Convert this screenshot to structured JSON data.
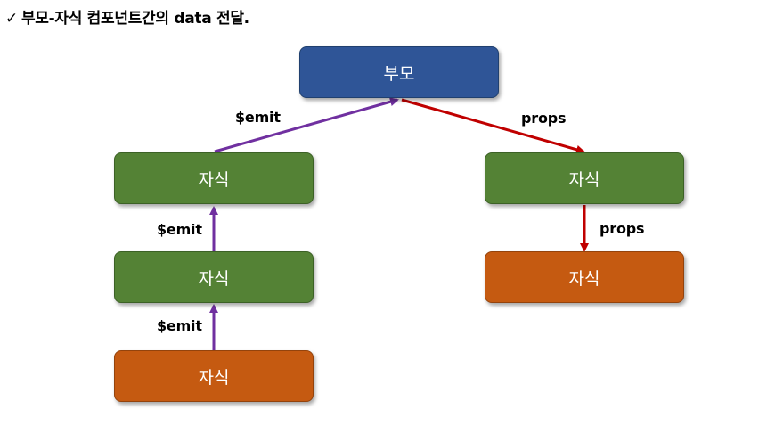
{
  "title": {
    "check": "✓",
    "text": "부모-자식 컴포넌트간의 data 전달."
  },
  "nodes": {
    "parent": "부모",
    "left_top": "자식",
    "left_mid": "자식",
    "left_bottom": "자식",
    "right_top": "자식",
    "right_bottom": "자식"
  },
  "edges": {
    "emit_to_parent": "$emit",
    "emit_mid_to_top": "$emit",
    "emit_bottom_to_mid": "$emit",
    "props_to_right_top": "props",
    "props_to_right_bottom": "props"
  },
  "colors": {
    "parent": "#2f5597",
    "child_green": "#548235",
    "child_orange": "#c55a11",
    "emit_arrow": "#7030a0",
    "props_arrow": "#c00000"
  }
}
